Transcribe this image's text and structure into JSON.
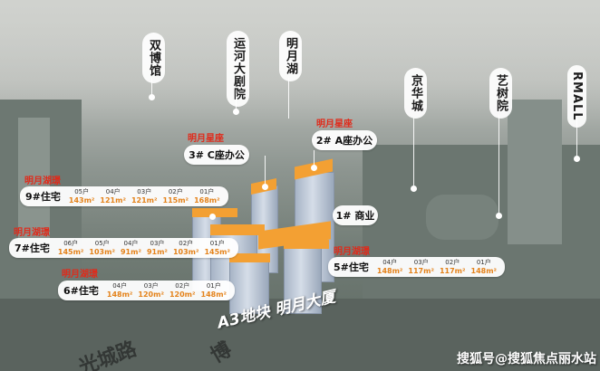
{
  "landmarks": [
    {
      "name": "双博馆"
    },
    {
      "name": "运河大剧院"
    },
    {
      "name": "明月湖"
    },
    {
      "name": "京华城"
    },
    {
      "name": "艺树院"
    },
    {
      "name": "RMALL"
    }
  ],
  "offices": [
    {
      "tag": "明月星座",
      "label": "3# C座办公"
    },
    {
      "tag": "明月星座",
      "label": "2# A座办公"
    },
    {
      "tag": "",
      "label": "1# 商业"
    }
  ],
  "residences": [
    {
      "tag": "明月湖璟",
      "building": "9#住宅",
      "units": [
        {
          "h": "05户",
          "a": "143m²"
        },
        {
          "h": "04户",
          "a": "121m²"
        },
        {
          "h": "03户",
          "a": "121m²"
        },
        {
          "h": "02户",
          "a": "115m²"
        },
        {
          "h": "01户",
          "a": "168m²"
        }
      ]
    },
    {
      "tag": "明月湖璟",
      "building": "7#住宅",
      "units": [
        {
          "h": "06户",
          "a": "145m²"
        },
        {
          "h": "05户",
          "a": "103m²"
        },
        {
          "h": "04户",
          "a": "91m²"
        },
        {
          "h": "03户",
          "a": "91m²"
        },
        {
          "h": "02户",
          "a": "103m²"
        },
        {
          "h": "01户",
          "a": "145m²"
        }
      ]
    },
    {
      "tag": "明月湖璟",
      "building": "6#住宅",
      "units": [
        {
          "h": "04户",
          "a": "148m²"
        },
        {
          "h": "03户",
          "a": "120m²"
        },
        {
          "h": "02户",
          "a": "120m²"
        },
        {
          "h": "01户",
          "a": "148m²"
        }
      ]
    },
    {
      "tag": "明月湖璟",
      "building": "5#住宅",
      "units": [
        {
          "h": "04户",
          "a": "148m²"
        },
        {
          "h": "03户",
          "a": "117m²"
        },
        {
          "h": "02户",
          "a": "117m²"
        },
        {
          "h": "01户",
          "a": "148m²"
        }
      ]
    }
  ],
  "plot_label": "A3地块 明月大厦",
  "road_label_left": "光城路",
  "road_label_right": "博",
  "watermark": "搜狐号@搜狐焦点丽水站",
  "colors": {
    "roof": "#f3a033",
    "tag_red": "#e02a1a",
    "area_orange": "#e4821a"
  }
}
